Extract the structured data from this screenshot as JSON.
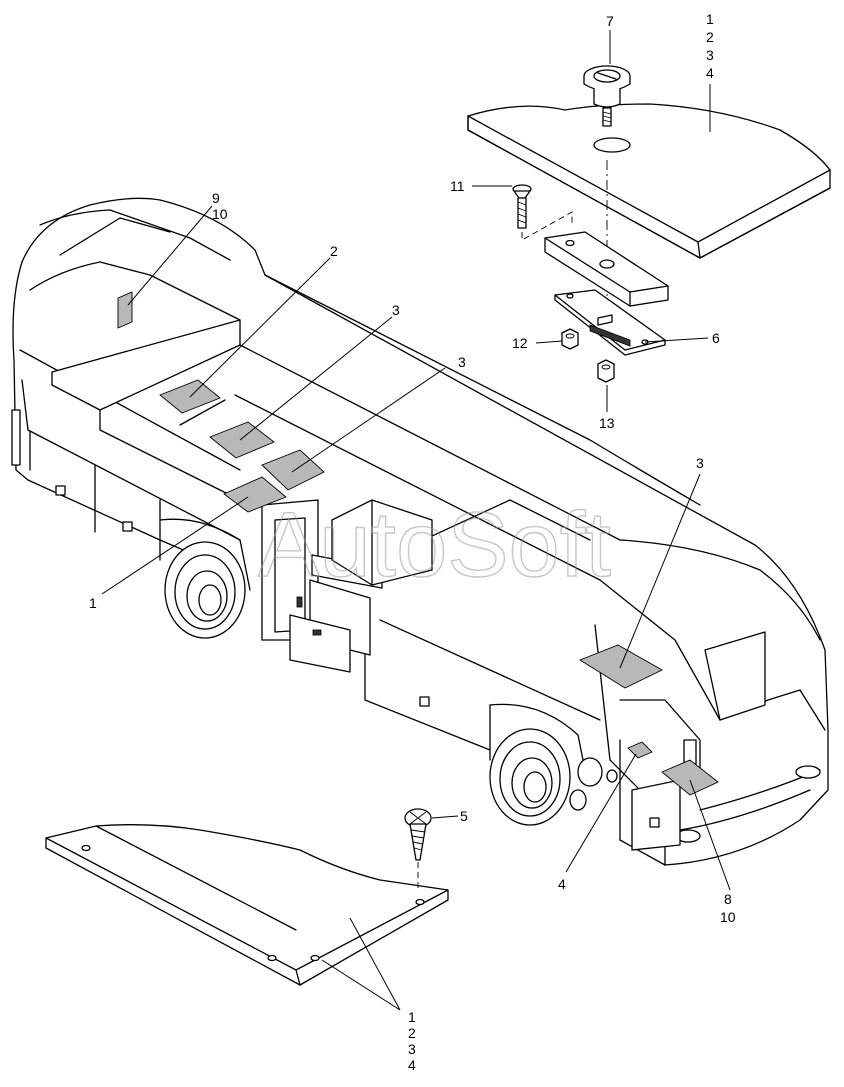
{
  "watermark": "AutoSoft",
  "callouts": {
    "c_top_1": "1",
    "c_top_2": "2",
    "c_top_3": "3",
    "c_top_4": "4",
    "c_7": "7",
    "c_11": "11",
    "c_12": "12",
    "c_13": "13",
    "c_6": "6",
    "c_9": "9",
    "c_10a": "10",
    "c_2": "2",
    "c_3a": "3",
    "c_3b": "3",
    "c_3c": "3",
    "c_1": "1",
    "c_4": "4",
    "c_5": "5",
    "c_8": "8",
    "c_10b": "10",
    "c_bot_1": "1",
    "c_bot_2": "2",
    "c_bot_3": "3",
    "c_bot_4": "4"
  }
}
